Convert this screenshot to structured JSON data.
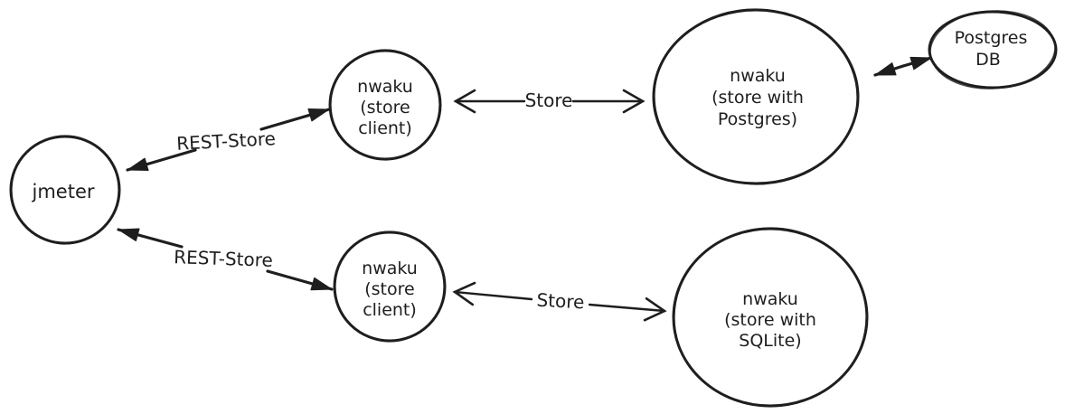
{
  "diagram": {
    "background_color": "#ffffff",
    "ink_color": "#1e1e1e",
    "style": "hand-drawn sketch",
    "nodes": {
      "jmeter": {
        "lines": [
          "jmeter"
        ]
      },
      "store_client_top": {
        "lines": [
          "nwaku",
          "(store",
          "client)"
        ]
      },
      "store_postgres": {
        "lines": [
          "nwaku",
          "(store with",
          "Postgres)"
        ]
      },
      "postgres_db": {
        "lines": [
          "Postgres",
          "DB"
        ]
      },
      "store_client_bottom": {
        "lines": [
          "nwaku",
          "(store",
          "client)"
        ]
      },
      "store_sqlite": {
        "lines": [
          "nwaku",
          "(store with",
          "SQLite)"
        ]
      }
    },
    "edges": {
      "rest_store_top": {
        "label": "REST-Store",
        "style": "double-arrow-solid",
        "from": "jmeter",
        "to": "store_client_top"
      },
      "store_top": {
        "label": "Store",
        "style": "double-arrow-open",
        "from": "store_client_top",
        "to": "store_postgres"
      },
      "postgres_link": {
        "label": "",
        "style": "double-arrow-solid",
        "from": "store_postgres",
        "to": "postgres_db"
      },
      "rest_store_bottom": {
        "label": "REST-Store",
        "style": "double-arrow-solid",
        "from": "jmeter",
        "to": "store_client_bottom"
      },
      "store_bottom": {
        "label": "Store",
        "style": "double-arrow-open",
        "from": "store_client_bottom",
        "to": "store_sqlite"
      }
    }
  }
}
